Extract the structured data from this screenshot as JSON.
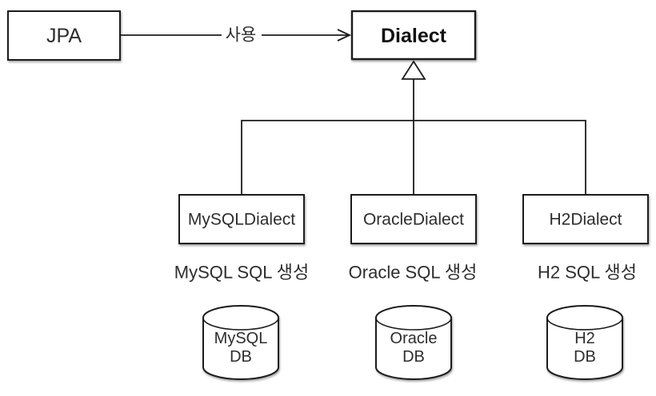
{
  "diagram": {
    "kind": "uml-class-diagram",
    "colors": {
      "stroke": "#1c1c1c",
      "text": "#2d2d2d",
      "background": "#ffffff"
    },
    "nodes": {
      "jpa": {
        "label": "JPA"
      },
      "dialect": {
        "label": "Dialect"
      }
    },
    "edges": {
      "use_label": "사용"
    },
    "subclasses": [
      {
        "label": "MySQLDialect",
        "caption": "MySQL SQL 생성",
        "db_line1": "MySQL",
        "db_line2": "DB"
      },
      {
        "label": "OracleDialect",
        "caption": "Oracle SQL 생성",
        "db_line1": "Oracle",
        "db_line2": "DB"
      },
      {
        "label": "H2Dialect",
        "caption": "H2 SQL 생성",
        "db_line1": "H2",
        "db_line2": "DB"
      }
    ]
  }
}
